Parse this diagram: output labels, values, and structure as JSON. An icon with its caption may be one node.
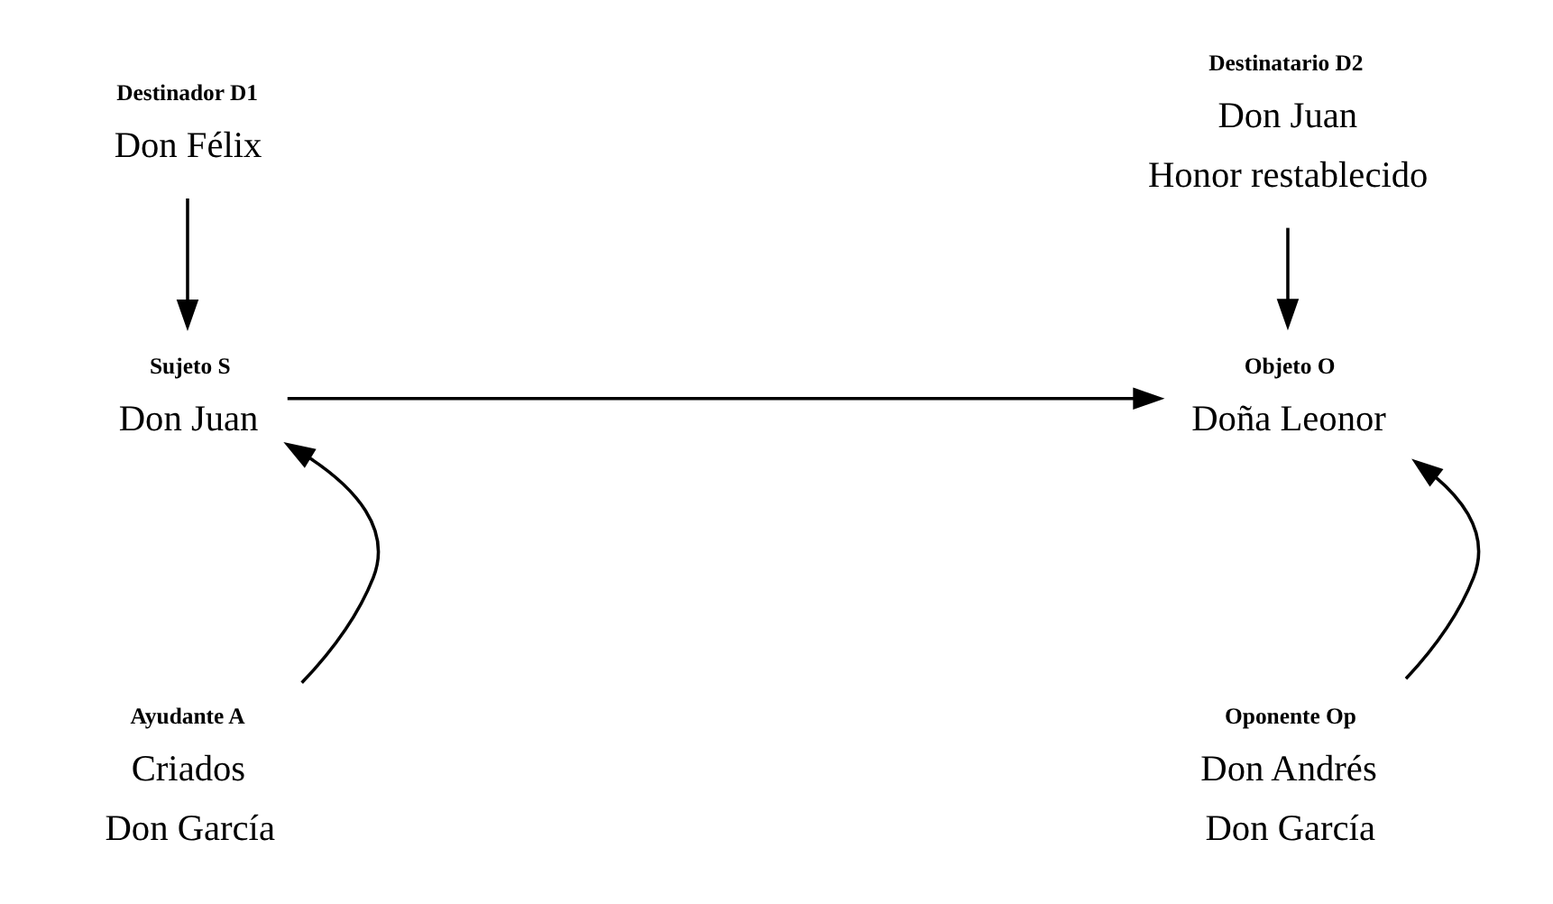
{
  "diagram": {
    "nodes": [
      {
        "text": [
          "Destinador D1",
          "Don Félix"
        ]
      },
      {
        "text": [
          "Destinatario D2",
          "Don Juan",
          "Honor restablecido"
        ]
      },
      {
        "text": [
          "Sujeto S",
          "Don Juan"
        ]
      },
      {
        "text": [
          "Objeto O",
          "Doña Leonor"
        ]
      },
      {
        "text": [
          "Ayudante A",
          "Criados",
          "Don García"
        ]
      },
      {
        "text": [
          "Oponente Op",
          "Don Andrés",
          "Don García"
        ]
      }
    ],
    "edges": [
      {
        "from": 0,
        "to": 2,
        "arrow": "to"
      },
      {
        "from": 1,
        "to": 3,
        "arrow": "to"
      },
      {
        "from": 2,
        "to": 3,
        "arrow": "to"
      },
      {
        "from": 4,
        "to": 2,
        "arrow": "to"
      },
      {
        "from": 5,
        "to": 3,
        "arrow": "to"
      }
    ]
  }
}
